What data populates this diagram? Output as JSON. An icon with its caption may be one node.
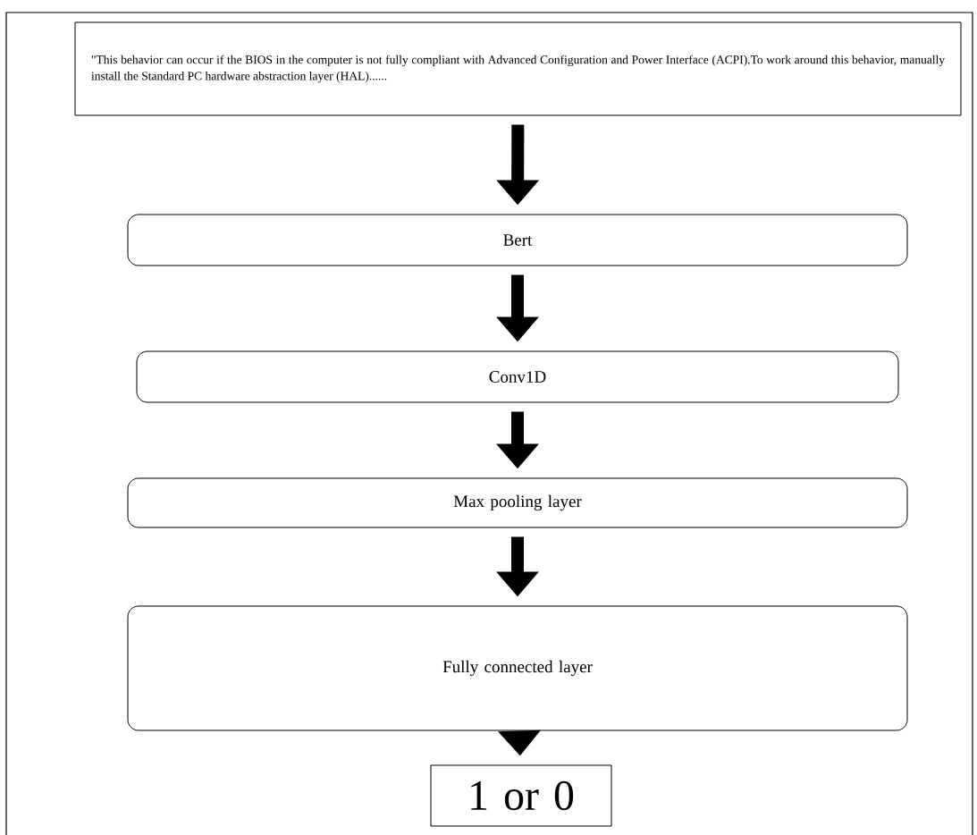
{
  "diagram": {
    "nodes": [
      {
        "text": [
          "\"This behavior can occur if the BIOS in the computer is not fully compliant with Advanced Configuration and Power Interface (ACPI).To work around this behavior, manually install the Standard PC hardware abstraction layer (HAL)......"
        ]
      },
      {
        "text": [
          "Bert"
        ]
      },
      {
        "text": [
          "Conv1D"
        ]
      },
      {
        "text": [
          "Max pooling layer"
        ]
      },
      {
        "text": [
          "Fully connected layer"
        ]
      },
      {
        "text": [
          "1 or 0"
        ]
      }
    ],
    "edges": [
      {
        "from": 0,
        "to": 1,
        "arrow": "to"
      },
      {
        "from": 1,
        "to": 2,
        "arrow": "to"
      },
      {
        "from": 2,
        "to": 3,
        "arrow": "to"
      },
      {
        "from": 3,
        "to": 4,
        "arrow": "to"
      },
      {
        "from": 4,
        "to": 5,
        "arrow": "to"
      }
    ]
  }
}
